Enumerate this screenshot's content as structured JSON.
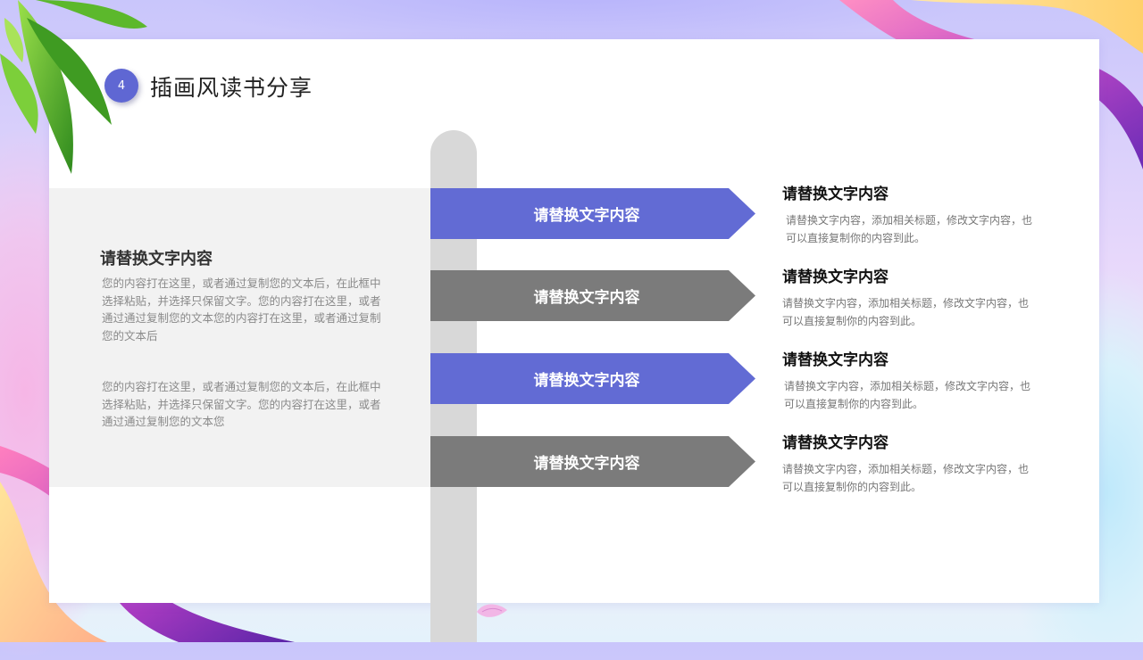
{
  "header": {
    "number": "4",
    "title": "插画风读书分享"
  },
  "left_panel": {
    "title": "请替换文字内容",
    "paragraphs": [
      "您的内容打在这里，或者通过复制您的文本后，在此框中选择粘贴，并选择只保留文字。您的内容打在这里，或者通过通过复制您的文本您的内容打在这里，或者通过复制您的文本后",
      "您的内容打在这里，或者通过复制您的文本后，在此框中选择粘贴，并选择只保留文字。您的内容打在这里，或者通过通过复制您的文本您"
    ]
  },
  "items": [
    {
      "arrow_label": "请替换文字内容",
      "title": "请替换文字内容",
      "desc": "请替换文字内容，添加相关标题，修改文字内容，也可以直接复制你的内容到此。",
      "color": "#626bd4"
    },
    {
      "arrow_label": "请替换文字内容",
      "title": "请替换文字内容",
      "desc": "请替换文字内容，添加相关标题，修改文字内容，也可以直接复制你的内容到此。",
      "color": "#7b7b7b"
    },
    {
      "arrow_label": "请替换文字内容",
      "title": "请替换文字内容",
      "desc": "请替换文字内容，添加相关标题，修改文字内容，也可以直接复制你的内容到此。",
      "color": "#626bd4"
    },
    {
      "arrow_label": "请替换文字内容",
      "title": "请替换文字内容",
      "desc": "请替换文字内容，添加相关标题，修改文字内容，也可以直接复制你的内容到此。",
      "color": "#7b7b7b"
    }
  ],
  "colors": {
    "accent": "#5f67d3",
    "gray_arrow": "#7b7b7b",
    "panel": "#f2f2f2",
    "pole": "#d8d8d8"
  },
  "icons": {
    "leaf": "leaf-decoration-icon",
    "wave_top_right": "ribbon-wave-icon",
    "wave_bottom_left": "ribbon-wave-icon"
  }
}
